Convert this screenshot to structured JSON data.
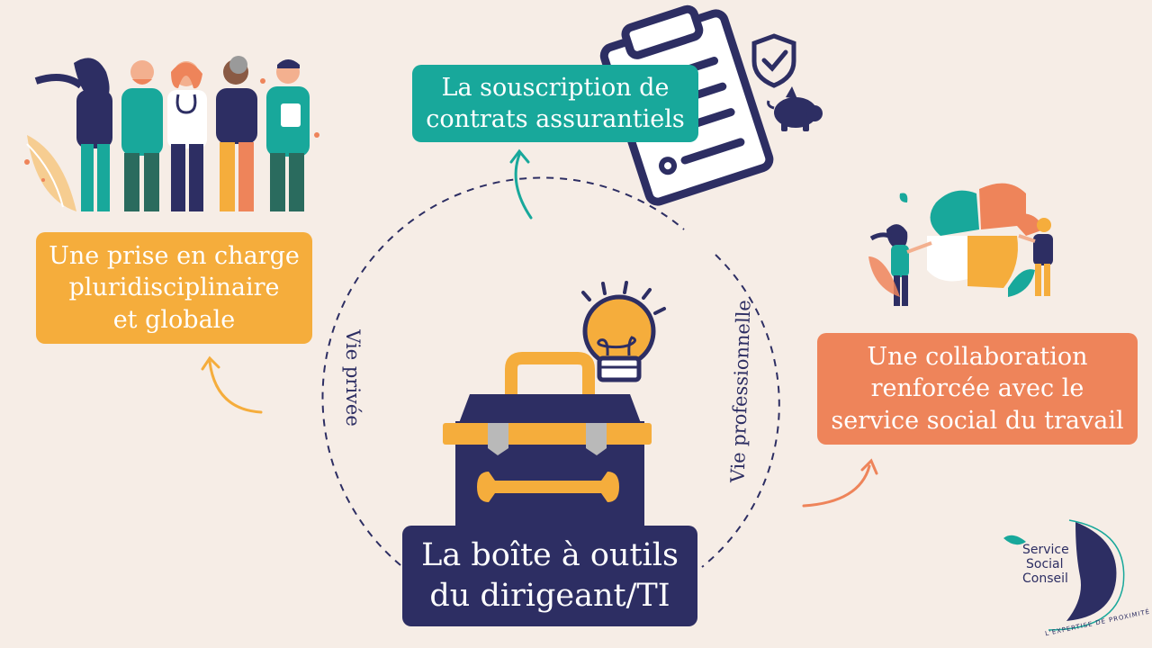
{
  "labels": {
    "insurance": "La souscription de\ncontrats assurantiels",
    "care": "Une prise en charge\npluridisciplinaire\net globale",
    "collaboration": "Une collaboration\nrenforcée avec le\nservice social du travail",
    "toolbox": "La boîte à outils\ndu dirigeant/TI"
  },
  "arc_labels": {
    "left": "Vie privée",
    "right": "Vie professionnelle"
  },
  "logo": {
    "line1": "Service",
    "line2": "Social",
    "line3": "Conseil",
    "tagline": "L'EXPERTISE DE PROXIMITÉ"
  },
  "colors": {
    "navy": "#2d2e63",
    "teal": "#18a89b",
    "yellow": "#f5ad3c",
    "orange": "#ee845a",
    "background": "#f6ede6"
  }
}
